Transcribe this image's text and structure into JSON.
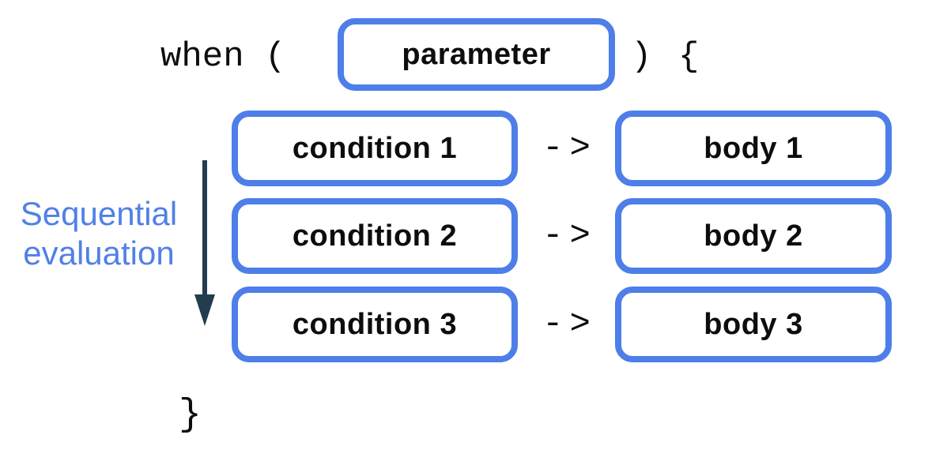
{
  "code": {
    "when_open": "when (",
    "close_paren": ")",
    "open_brace": "{",
    "arrow_token": "->",
    "close_brace": "}"
  },
  "parameter_box": {
    "label": "parameter"
  },
  "branches": [
    {
      "condition": "condition 1",
      "body": "body 1"
    },
    {
      "condition": "condition 2",
      "body": "body 2"
    },
    {
      "condition": "condition 3",
      "body": "body 3"
    }
  ],
  "annotation": {
    "line1": "Sequential",
    "line2": "evaluation"
  },
  "icons": {
    "down_arrow": "down-arrow"
  },
  "colors": {
    "box_border": "#4e7ee8",
    "label_blue": "#5180e6",
    "arrow_dark": "#243d4e",
    "text_dark": "#0d0d0d"
  }
}
